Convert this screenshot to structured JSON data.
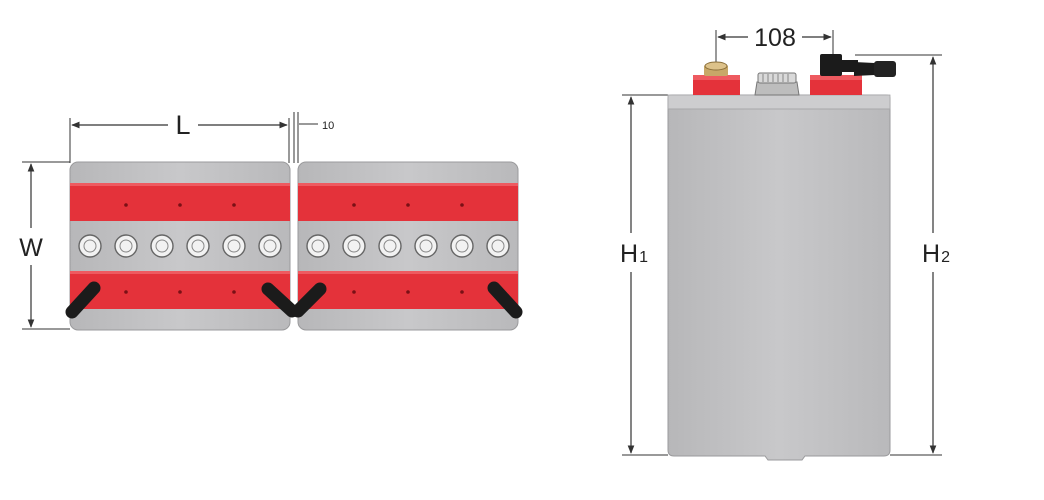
{
  "top_view": {
    "length_label": "L",
    "gap_label": "10",
    "width_label": "W",
    "cell_count": 2,
    "vents_per_cell": 6
  },
  "side_view": {
    "terminal_spacing_label": "108",
    "h1_label": "H1",
    "h2_label": "H2",
    "h1_letter": "H",
    "h1_sub": "1",
    "h2_letter": "H",
    "h2_sub": "2"
  },
  "colors": {
    "case_gray": "#c3c3c5",
    "case_edge": "#9a9a9c",
    "terminal_red": "#e4323a",
    "red_dark": "#b8222a",
    "cable_black": "#1b1b1b",
    "vent_fill": "#f2f2f2",
    "dimension_line": "#333333"
  }
}
